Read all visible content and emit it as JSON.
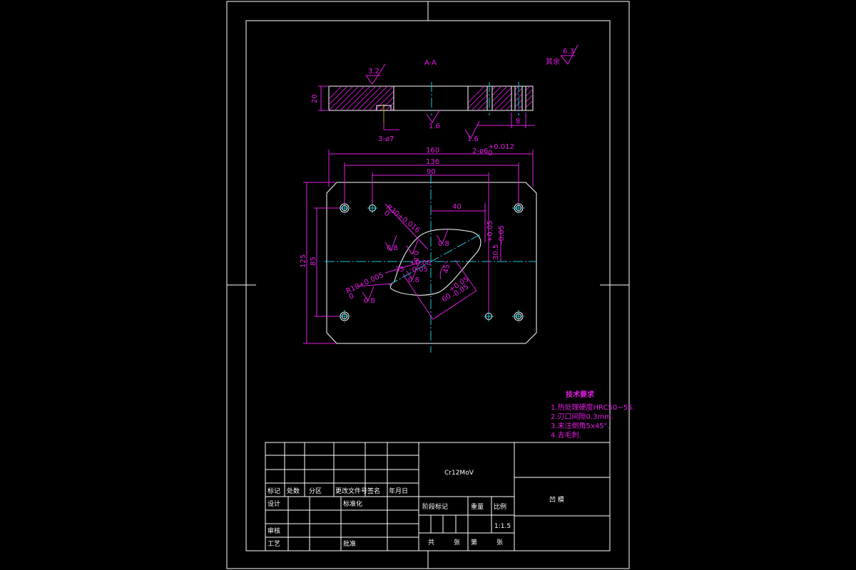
{
  "drawing": {
    "section_label": "A-A",
    "roughness_default": "6.3",
    "roughness_default_prefix": "其余",
    "section": {
      "roughness_top": "3.2",
      "roughness_mid": "1.6",
      "roughness_right": "1.6",
      "hole_note": "3-ø7",
      "thickness": "20",
      "step_dim": "8"
    },
    "plan": {
      "width": "160",
      "bolt_span": "136",
      "pin_span": "90",
      "pin_note": "2-ø6",
      "pin_tol_upper": "+0.012",
      "pin_tol_lower": "0",
      "height": "125",
      "bolt_span_v": "85",
      "offset_40": "40",
      "dim_r30": "R30+0.016",
      "dim_r30_lower": "0",
      "dim_30_5": "30.5",
      "dim_30_5_tol_upper": "+0.05",
      "dim_30_5_tol_lower": "-0.05",
      "dim_35": "35",
      "dim_35_tol_upper": "+0.05",
      "dim_35_tol_lower": "-0.05",
      "dim_r10": "R10+0.005",
      "dim_r10_lower": "0",
      "dim_60": "60",
      "dim_60_tol_upper": "+0.05",
      "dim_60_tol_lower": "-0.05",
      "roughness_1": "0.8",
      "roughness_2": "0.8",
      "roughness_3": "0.8",
      "roughness_4": "0.8",
      "roughness_5": "0.8",
      "dim_angle": "45°"
    },
    "tech_req": {
      "title": "技术要求",
      "line1": "1.热处理硬度HRC50~55.",
      "line2": "2.刃口间隙0.3mm.",
      "line3": "3.未注倒角5x45°.",
      "line4": "4.去毛刺."
    }
  },
  "title_block": {
    "material": "Cr12MoV",
    "part_name": "凹  模",
    "weight_label": "重量",
    "scale_label": "比例",
    "scale_value": "1:1.5",
    "stage_label": "阶段标记",
    "mark_label": "标记",
    "count_label": "处数",
    "zone_label": "分区",
    "doc_label": "更改文件号",
    "sign_label": "签名",
    "date_label": "年月日",
    "design_label": "设计",
    "std_label": "标准化",
    "review_label": "审核",
    "process_label": "工艺",
    "approve_label": "批准",
    "sheet_label": "共",
    "sheet_of_label": "张",
    "page_label": "第",
    "page_of_label": "张"
  }
}
